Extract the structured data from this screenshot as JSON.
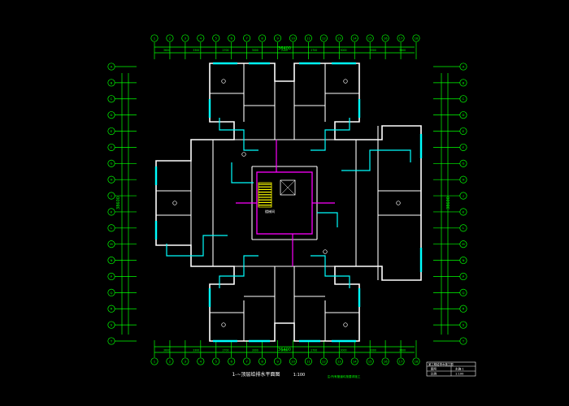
{
  "drawing": {
    "title": "1-~顶层给排水平面图",
    "scale": "1:100",
    "note": "注:所有管道均按要求施工"
  },
  "title_block": {
    "header": "某工程给排水施工图",
    "rows": [
      [
        "图号",
        "水施-1"
      ],
      [
        "比例",
        "1:100"
      ]
    ]
  },
  "dimensions": {
    "top_total": "36400",
    "bottom_total": "36400",
    "left_total": "38600",
    "right_total": "38600",
    "top_segments": [
      "3600",
      "3300",
      "2700",
      "3000",
      "2400",
      "2700",
      "3000",
      "3300",
      "3600"
    ],
    "bottom_segments": [
      "3600",
      "3300",
      "2700",
      "3000",
      "2400",
      "2700",
      "3000",
      "3300",
      "3600"
    ]
  },
  "grid_axes": {
    "top": [
      "1",
      "2",
      "3",
      "4",
      "5",
      "6",
      "7",
      "8",
      "9",
      "10",
      "11",
      "12",
      "13",
      "14",
      "15",
      "16",
      "17",
      "18"
    ],
    "left": [
      "A",
      "B",
      "C",
      "D",
      "E",
      "F",
      "G",
      "H",
      "J",
      "K",
      "L",
      "M",
      "N",
      "P",
      "Q",
      "R",
      "S",
      "T"
    ],
    "right": [
      "A",
      "B",
      "C",
      "D",
      "E",
      "F",
      "G",
      "H",
      "J",
      "K",
      "L",
      "M",
      "N",
      "P",
      "Q",
      "R",
      "S",
      "T"
    ]
  },
  "stair_label": "楼梯间",
  "colors": {
    "background": "#000000",
    "walls": "#ffffff",
    "grid": "#00ff00",
    "water": "#00ffff",
    "drain": "#ff00ff",
    "stair": "#ffff00"
  }
}
